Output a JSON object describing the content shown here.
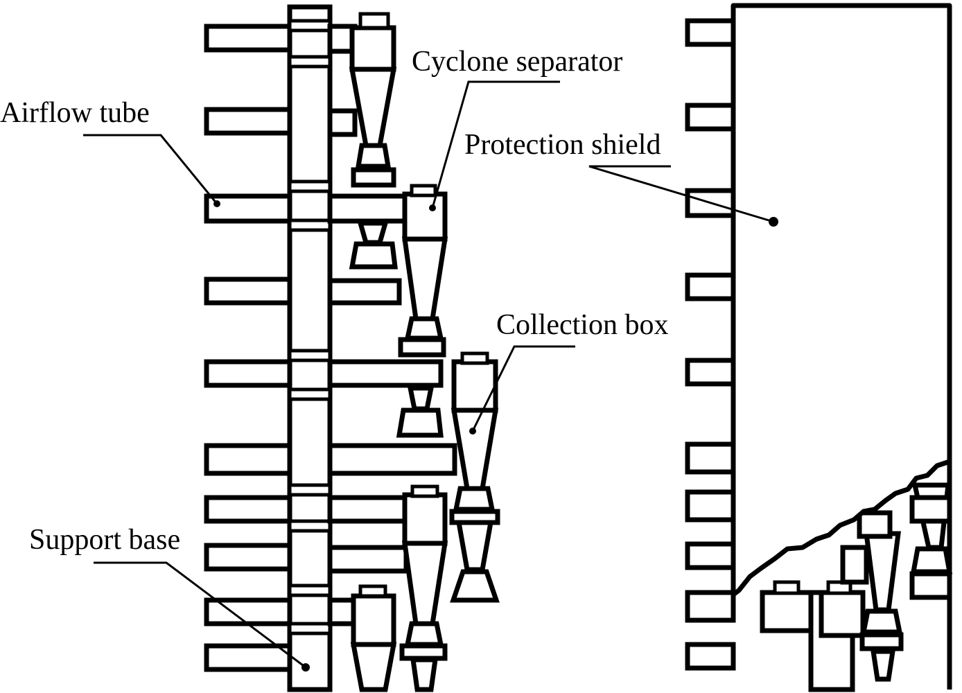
{
  "labels": {
    "airflow_tube": "Airflow tube",
    "cyclone_separator": "Cyclone separator",
    "protection_shield": "Protection shield",
    "collection_box": "Collection box",
    "support_base": "Support base"
  },
  "colors": {
    "stroke": "#000000",
    "background": "#ffffff"
  }
}
